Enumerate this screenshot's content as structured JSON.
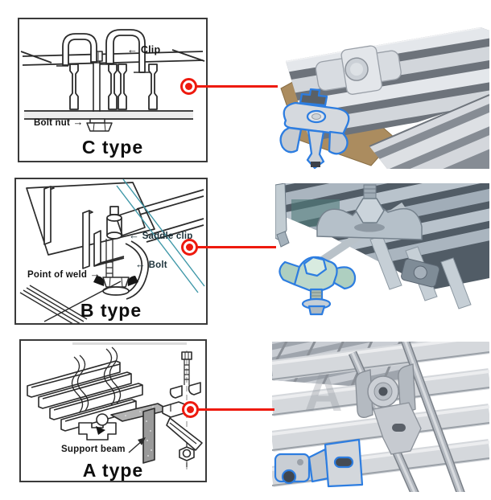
{
  "colors": {
    "accent_red": "#ee1a0e",
    "inset_outline_blue": "#2d7de0",
    "box_border": "#3a3a3a",
    "diagram_line": "#2b2b2b",
    "cyan_line": "#3f98a8",
    "metal_gray": "#c9ced4",
    "metal_tan": "#ab8c5f",
    "metal_blue_gray": "#9fb0bc"
  },
  "icons": {
    "arrow_left": "←",
    "arrow_right": "→"
  },
  "sections": [
    {
      "name": "C type",
      "labels": {
        "clip": "Clip",
        "bolt_nut": "Bolt nut"
      }
    },
    {
      "name": "B type",
      "labels": {
        "saddle_clip": "Saddle clip",
        "bolt": "Bolt",
        "point_of_weld": "Point of weld"
      }
    },
    {
      "name": "A type",
      "labels": {
        "support_beam": "Support beam"
      },
      "photo_watermark": "A"
    }
  ]
}
